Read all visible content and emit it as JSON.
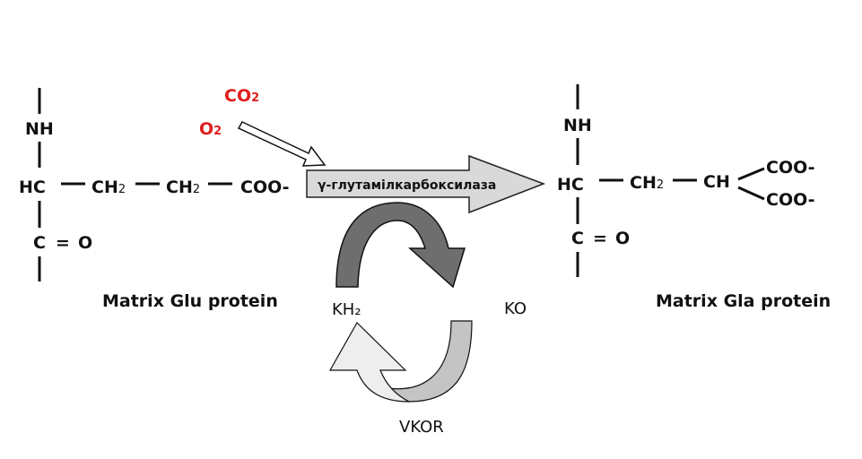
{
  "left_molecule": {
    "nh": "NH",
    "hc": "HC",
    "ch2_a": "CH",
    "ch2_a_sub": "2",
    "ch2_b": "CH",
    "ch2_b_sub": "2",
    "coo": "COO-",
    "c": "C",
    "eq": "=",
    "o": "O",
    "label": "Matrix Glu protein"
  },
  "reagents": {
    "co2": "CO",
    "co2_sub": "2",
    "o2": "O",
    "o2_sub": "2",
    "color": "#e01e1e"
  },
  "enzyme": {
    "label": "γ-глутамілкарбоксилаза",
    "fill": "#d9d9d9"
  },
  "right_molecule": {
    "nh": "NH",
    "hc": "HC",
    "ch2": "CH",
    "ch2_sub": "2",
    "ch": "CH",
    "coo_top": "COO-",
    "coo_bottom": "COO-",
    "c": "C",
    "eq": "=",
    "o": "O",
    "label": "Matrix Gla protein"
  },
  "cycle": {
    "kh2": "KH₂",
    "ko": "KO",
    "vkor": "VKOR",
    "top_arrow_color": "#6e6e6e",
    "bottom_left_color": "#eeeeee",
    "bottom_right_color": "#c4c4c4"
  }
}
